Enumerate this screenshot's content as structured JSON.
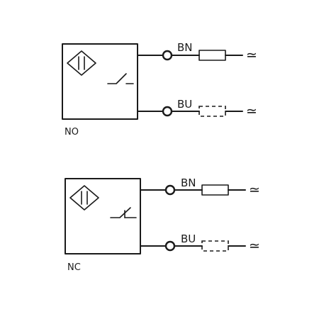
{
  "diagrams": [
    {
      "caption": "NO",
      "wires": [
        {
          "label": "BN",
          "load": "resistor",
          "supply_symbol": "≃"
        },
        {
          "label": "BU",
          "load": "dashed-resistor",
          "supply_symbol": "≃"
        }
      ]
    },
    {
      "caption": "NC",
      "wires": [
        {
          "label": "BN",
          "load": "resistor",
          "supply_symbol": "≃"
        },
        {
          "label": "BU",
          "load": "dashed-resistor",
          "supply_symbol": "≃"
        }
      ]
    }
  ]
}
